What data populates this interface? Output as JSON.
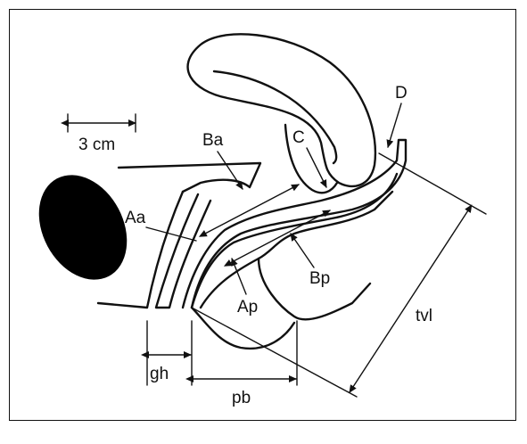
{
  "diagram": {
    "scale_bar_label": "3 cm",
    "labels": {
      "D": "D",
      "C": "C",
      "Ba": "Ba",
      "Aa": "Aa",
      "Bp": "Bp",
      "Ap": "Ap",
      "tvl": "tvl",
      "gh": "gh",
      "pb": "pb"
    },
    "colors": {
      "ink": "#111111",
      "background": "#ffffff"
    }
  }
}
